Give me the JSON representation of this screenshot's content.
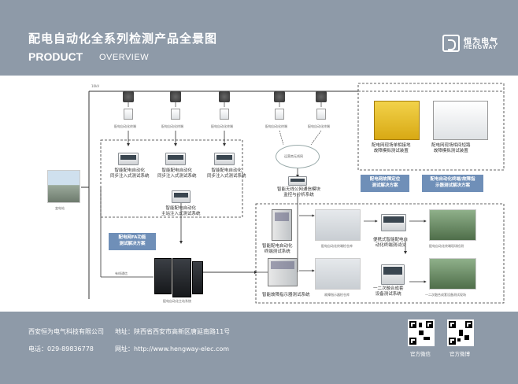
{
  "header": {
    "title_cn": "配电自动化全系列检测产品全景图",
    "title_en_main": "PRODUCT",
    "title_en_sub": "OVERVIEW",
    "logo_cn": "恒为电气",
    "logo_en": "HENGWAY"
  },
  "diagram": {
    "bus_label": "10kV",
    "terminal_label_1": "配电自动化终端",
    "terminal_label_2": "配电自动化终端",
    "terminal_label_3": "配电自动化终端",
    "terminal_label_4": "配电自动化终端",
    "terminal_label_5": "配电自动化终端",
    "substation_label": "变电站",
    "sync_system_1": "智能配电自动化\n同步注入式测试系统",
    "sync_system_2": "智能配电自动化\n同步注入式测试系统",
    "sync_system_3": "智能配电自动化\n同步注入式测试系统",
    "master_injection": "智能配电自动化\n主站注入式测试系统",
    "fa_solution": "配电网FA功能\n测试解决方案",
    "wired_label": "有线通信",
    "master_system_label": "配电自动化主站系统",
    "network_label": "运营商无线网",
    "wireless_monitor": "智能无线公网通信模块\n监控与分析系统",
    "single_phase_device": "配电网现场单相接地\n故障模拟测试装置",
    "phase_short_device": "配电网现场相间短路\n故障模拟测试装置",
    "fault_location_solution": "配电网故障定位\n测试解决方案",
    "indicator_solution": "配电自动化终端/故障指\n示器测试解决方案",
    "terminal_test_system": "智能配电自动化\n终端测试系统",
    "terminal_warehouse": "配电自动化终端检仓库",
    "portable_tester": "便携式智能配电自\n动化终端测试仪",
    "terminal_field_test": "配电自动化终端现场检测",
    "indicator_test_system": "智能故障指示器测试系统",
    "indicator_warehouse": "故障指示器检仓库",
    "fusion_tester": "一二次融合成套\n设备测试系统",
    "fusion_field_test": "一二次融合成套设备测试现场"
  },
  "footer": {
    "company": "西安恒为电气科技有限公司",
    "phone": "电话：029-89836778",
    "address": "地址：陕西省西安市高新区唐延南路11号",
    "website": "网址：http://www.hengway-elec.com",
    "qr1_label": "官方微信",
    "qr2_label": "官方微博"
  }
}
